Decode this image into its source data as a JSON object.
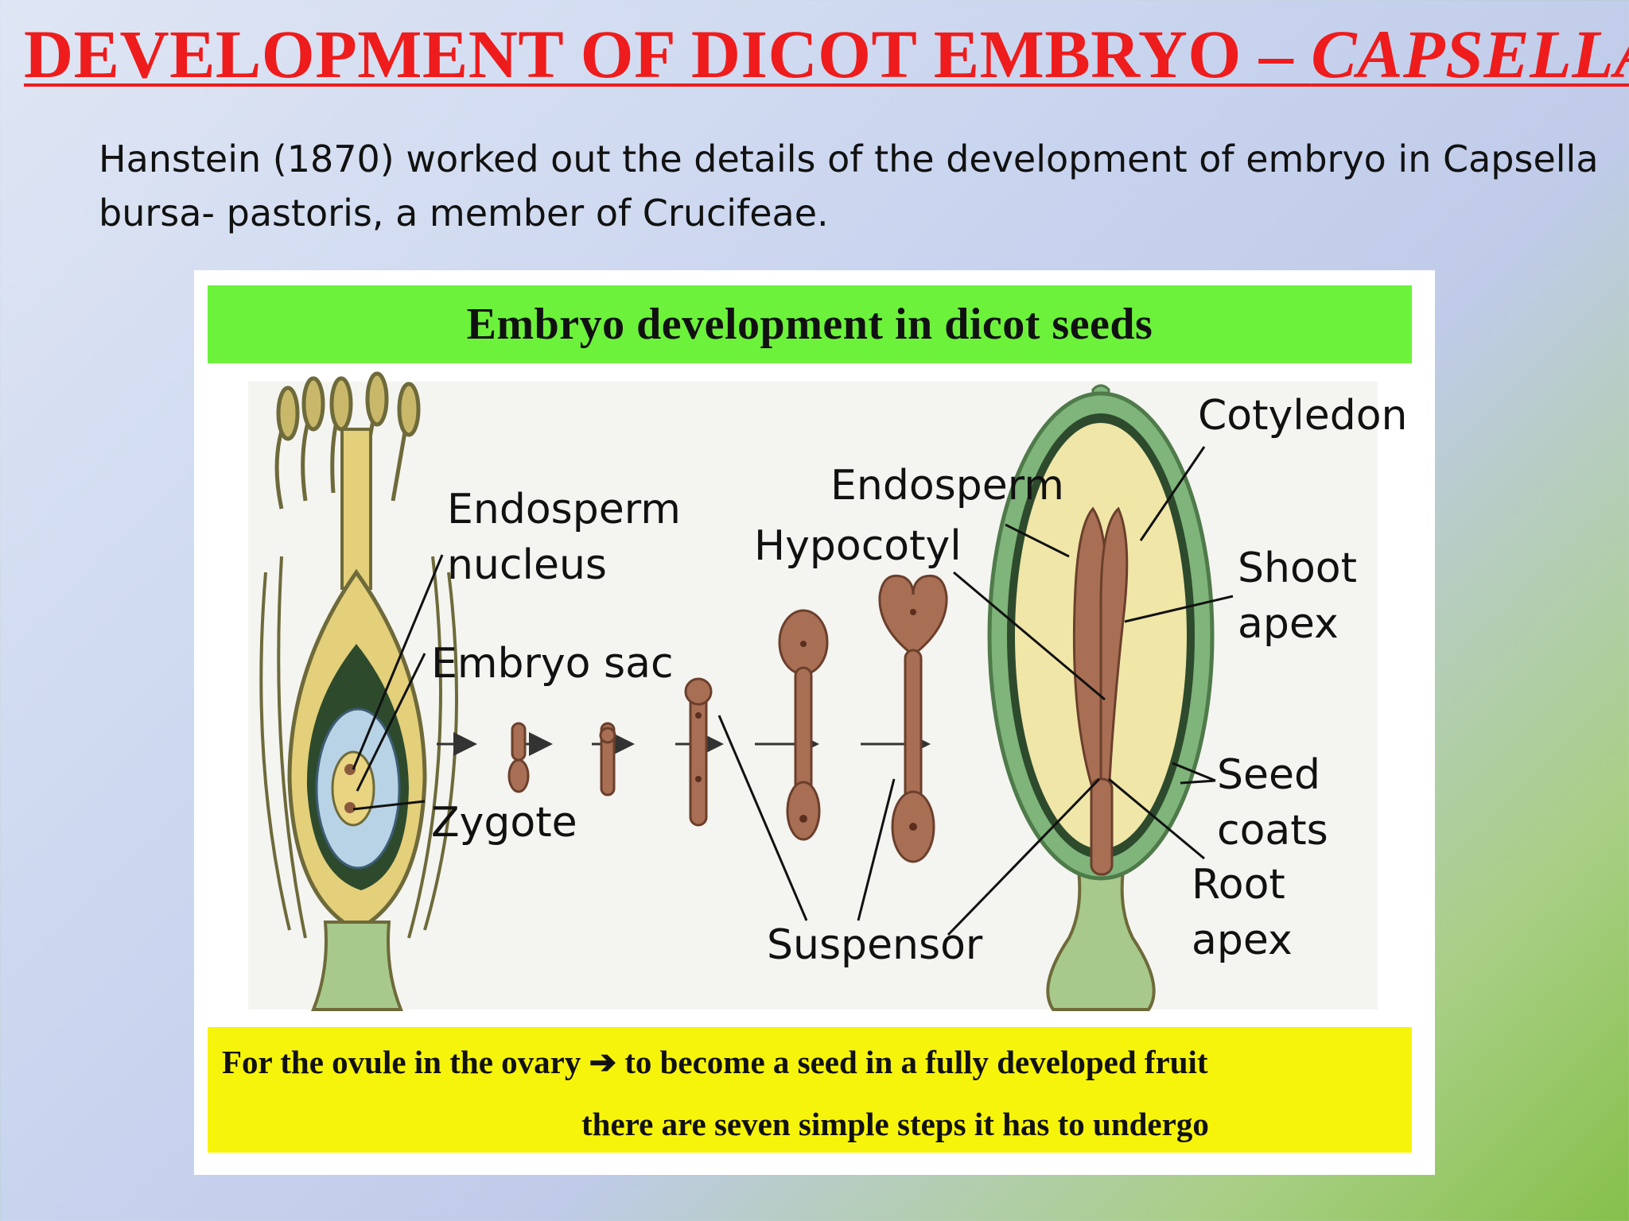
{
  "slide": {
    "title_main": "DEVELOPMENT OF DICOT EMBRYO – ",
    "title_italic": "CAPSELLA",
    "intro": "Hanstein (1870) worked out the details of the development of embryo in Capsella bursa- pastoris, a member of Crucifeae."
  },
  "figure": {
    "banner": "Embryo development in dicot seeds",
    "labels": {
      "endosperm_nucleus_1": "Endosperm",
      "endosperm_nucleus_2": "nucleus",
      "embryo_sac": "Embryo sac",
      "zygote": "Zygote",
      "endosperm": "Endosperm",
      "hypocotyl": "Hypocotyl",
      "cotyledon": "Cotyledon",
      "shoot_apex_1": "Shoot",
      "shoot_apex_2": "apex",
      "seed_coats_1": "Seed",
      "seed_coats_2": "coats",
      "root_apex_1": "Root",
      "root_apex_2": "apex",
      "suspensor": "Suspensor"
    },
    "footer_line1_a": "For the ovule in the ovary",
    "footer_arrow": "➔",
    "footer_line1_b": "to become a seed in a fully developed fruit",
    "footer_line2": "there are seven simple steps it has to undergo"
  },
  "colors": {
    "title": "#ee1c1c",
    "banner": "#6cf23a",
    "footer": "#f7f40b",
    "embryo": "#a86f55",
    "seed_coat": "#7fb47a",
    "endosperm": "#f0e6a8"
  }
}
